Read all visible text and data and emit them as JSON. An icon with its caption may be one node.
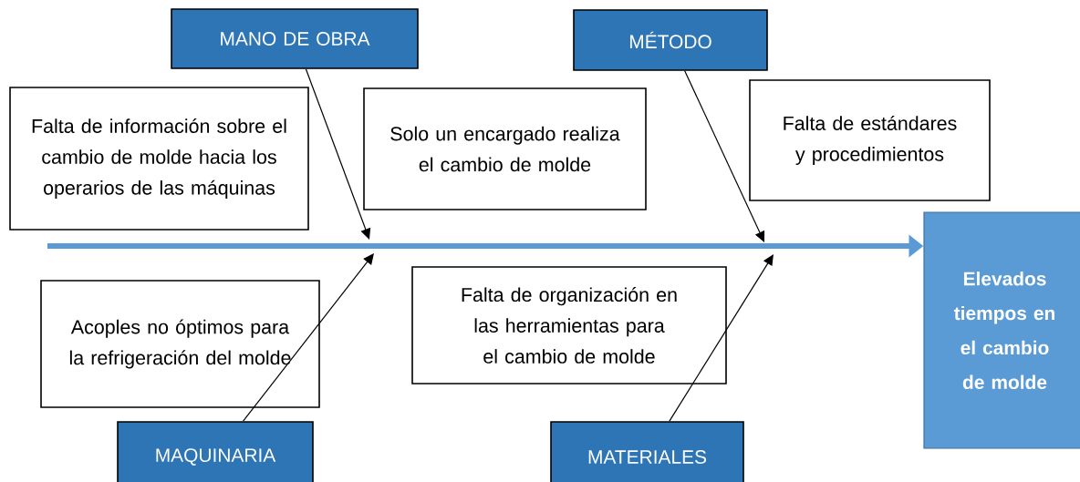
{
  "diagram": {
    "nodes": [
      {
        "text": [
          "MANO DE OBRA"
        ]
      },
      {
        "text": [
          "MÉTODO"
        ]
      },
      {
        "text": [
          "Falta de información sobre el cambio de molde hacia los operarios de las máquinas"
        ]
      },
      {
        "text": [
          "Solo un encargado realiza el cambio de molde"
        ]
      },
      {
        "text": [
          "Falta de estándares y procedimientos"
        ]
      },
      {
        "text": [
          "Elevados tiempos en el cambio de molde"
        ]
      },
      {
        "text": [
          "Acoples no óptimos para la refrigeración del molde"
        ]
      },
      {
        "text": [
          "Falta de organización en las herramientas para el cambio de molde"
        ]
      },
      {
        "text": [
          "MAQUINARIA"
        ]
      },
      {
        "text": [
          "MATERIALES"
        ]
      }
    ],
    "edges": [
      {
        "from": null,
        "to": 5,
        "arrow": "to",
        "style": "thick",
        "color": "#5b9bd5"
      },
      {
        "from": 0,
        "to": null,
        "arrow": "to"
      },
      {
        "from": 1,
        "to": null,
        "arrow": "to"
      },
      {
        "from": 8,
        "to": null,
        "arrow": "to"
      },
      {
        "from": 9,
        "to": null,
        "arrow": "to"
      }
    ]
  }
}
